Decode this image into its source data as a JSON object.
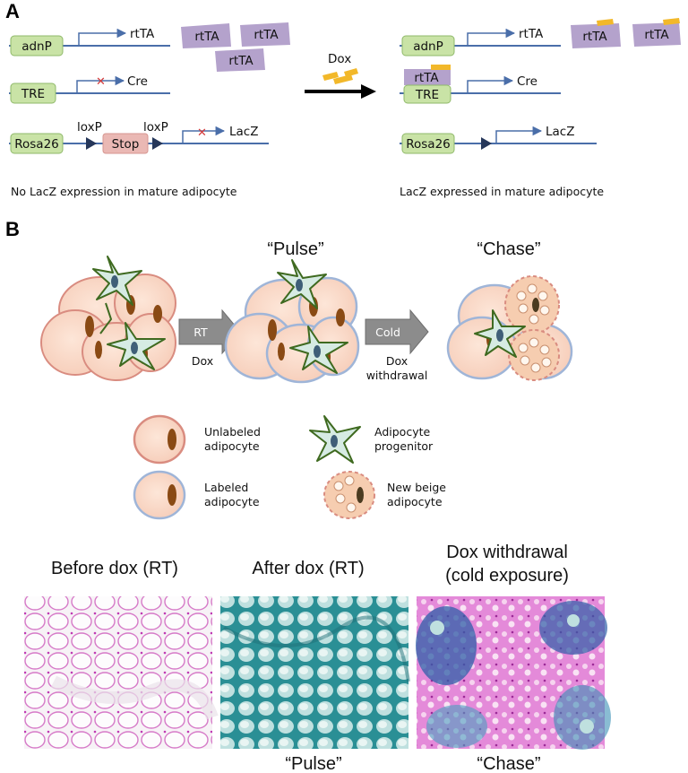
{
  "panel_a": {
    "letter": "A",
    "left": {
      "promoter1": "adnP",
      "gene1": "rtTA",
      "promoter2": "TRE",
      "gene2": "Cre",
      "promoter3": "Rosa26",
      "loxp1": "loxP",
      "stop": "Stop",
      "loxp2": "loxP",
      "gene3": "LacZ",
      "proteins": [
        "rtTA",
        "rtTA",
        "rtTA"
      ],
      "caption": "No LacZ expression in mature adipocyte"
    },
    "dox_label": "Dox",
    "right": {
      "promoter1": "adnP",
      "gene1": "rtTA",
      "bound_protein": "rtTA",
      "promoter2": "TRE",
      "gene2": "Cre",
      "promoter3": "Rosa26",
      "gene3": "LacZ",
      "proteins": [
        "rtTA",
        "rtTA"
      ],
      "caption": "LacZ expressed in mature adipocyte"
    }
  },
  "panel_b": {
    "letter": "B",
    "pulse_title": "“Pulse”",
    "chase_title": "“Chase”",
    "arrow1_text": "RT",
    "arrow1_below": "Dox",
    "arrow2_text": "Cold",
    "arrow2_below_line1": "Dox",
    "arrow2_below_line2": "withdrawal",
    "legend": {
      "unlabeled_1": "Unlabeled",
      "unlabeled_2": "adipocyte",
      "progenitor_1": "Adipocyte",
      "progenitor_2": "progenitor",
      "labeled_1": "Labeled",
      "labeled_2": "adipocyte",
      "beige_1": "New beige",
      "beige_2": "adipocyte"
    },
    "micro_titles": {
      "before": "Before  dox (RT)",
      "after": "After dox (RT)",
      "withdrawal_1": "Dox withdrawal",
      "withdrawal_2": "(cold exposure)"
    },
    "bottom_pulse": "“Pulse”",
    "bottom_chase": "“Chase”"
  },
  "colors": {
    "line_blue": "#4a6ea9",
    "promoter_green": "#c9e3a6",
    "protein_purple": "#b4a2cc",
    "dox_yellow": "#f2b82a",
    "stop_pink": "#eab8b4",
    "unlabeled_border": "#d98c80",
    "labeled_border": "#9fb5d8",
    "cell_fill": "#f8d9c8",
    "nucleus_brown": "#8a4a14",
    "progenitor_green": "#3f6a20"
  }
}
